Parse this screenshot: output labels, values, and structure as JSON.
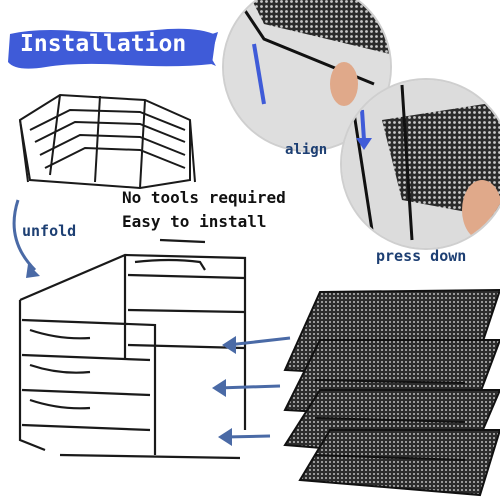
{
  "banner": {
    "title": "Installation",
    "color": "#3f5bd8"
  },
  "steps": {
    "align": "align",
    "press_down": "press down",
    "unfold": "unfold"
  },
  "features": {
    "line1": "No tools required",
    "line2": "Easy to install"
  },
  "colors": {
    "accent": "#3f5bd8",
    "arrow": "#4a6aa6",
    "frame": "#1a1a1a"
  }
}
